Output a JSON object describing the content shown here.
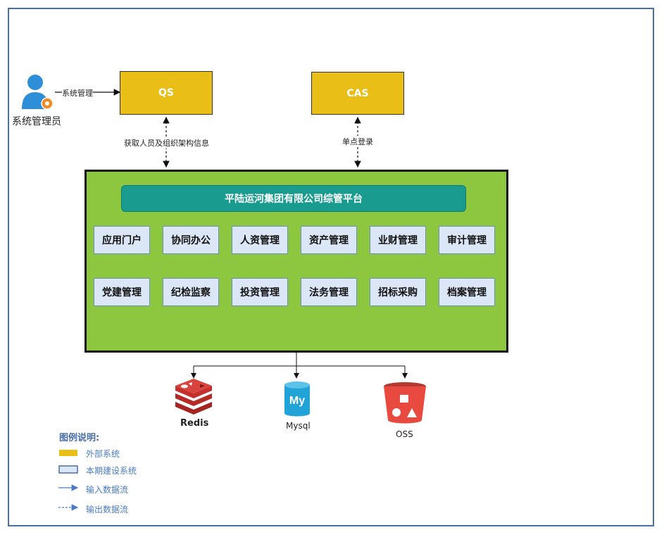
{
  "admin": {
    "label": "系统管理员",
    "edge_label": "系统管理"
  },
  "qs": {
    "label": "QS",
    "edge_label": "获取人员及组织架构信息"
  },
  "cas": {
    "label": "CAS",
    "edge_label": "单点登录"
  },
  "platform": {
    "title": "平陆运河集团有限公司综管平台",
    "row1": [
      "应用门户",
      "协同办公",
      "人资管理",
      "资产管理",
      "业财管理",
      "审计管理"
    ],
    "row2": [
      "党建管理",
      "纪检监察",
      "投资管理",
      "法务管理",
      "招标采购",
      "档案管理"
    ]
  },
  "stores": {
    "redis": "Redis",
    "mysql": "Mysql",
    "oss": "OSS",
    "mysql_logo": "My"
  },
  "legend": {
    "title": "图例说明:",
    "external": "外部系统",
    "internal": "本期建设系统",
    "input": "输入数据流",
    "output": "输出数据流"
  },
  "colors": {
    "external": "#e8be17",
    "platform": "#8dc63f",
    "title_bar": "#1a9b8f",
    "module": "#dbe7f7",
    "frame": "#4a6fa5",
    "redis": "#c6302b",
    "mysql": "#21a3d8",
    "oss": "#e84a3f"
  }
}
